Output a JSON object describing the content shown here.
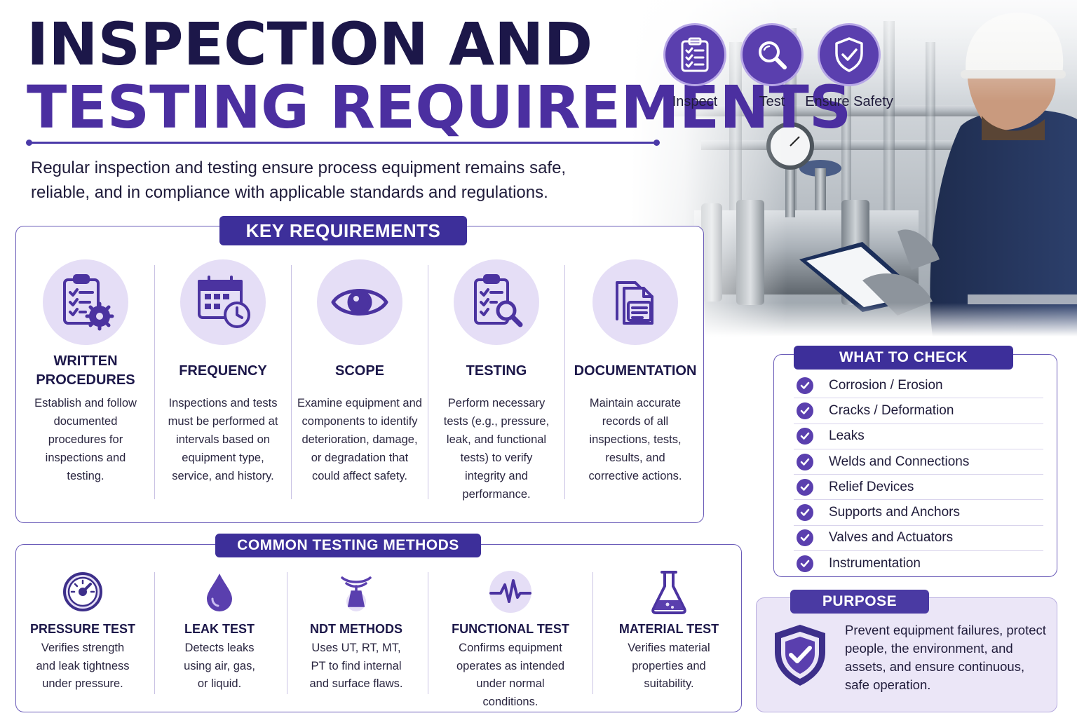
{
  "title": {
    "line1": "INSPECTION AND",
    "line2": "TESTING REQUIREMENTS"
  },
  "intro": "Regular inspection and testing ensure process equipment remains safe, reliable, and in compliance with applicable standards and regulations.",
  "top_icons": [
    {
      "label": "Inspect",
      "icon": "clipboard-checklist-icon"
    },
    {
      "label": "Test",
      "icon": "magnifier-icon"
    },
    {
      "label": "Ensure Safety",
      "icon": "shield-check-icon"
    }
  ],
  "key_requirements": {
    "title": "KEY REQUIREMENTS",
    "items": [
      {
        "heading": "WRITTEN PROCEDURES",
        "text": "Establish and follow documented procedures for inspections and testing.",
        "icon": "clipboard-gear-icon"
      },
      {
        "heading": "FREQUENCY",
        "text": "Inspections and tests must be performed at intervals based on equipment type, service, and history.",
        "icon": "calendar-clock-icon"
      },
      {
        "heading": "SCOPE",
        "text": "Examine equipment and components to identify deterioration, damage, or degradation that could affect safety.",
        "icon": "eye-icon"
      },
      {
        "heading": "TESTING",
        "text": "Perform necessary tests (e.g., pressure, leak, and functional tests) to verify integrity and performance.",
        "icon": "clipboard-magnifier-icon"
      },
      {
        "heading": "DOCUMENTATION",
        "text": "Maintain accurate records of all inspections, tests, results, and corrective actions.",
        "icon": "documents-icon"
      }
    ]
  },
  "testing_methods": {
    "title": "COMMON TESTING METHODS",
    "items": [
      {
        "heading": "PRESSURE TEST",
        "text": "Verifies strength and leak tightness under pressure.",
        "icon": "pressure-gauge-icon"
      },
      {
        "heading": "LEAK TEST",
        "text": "Detects leaks using air, gas, or liquid.",
        "icon": "droplet-icon"
      },
      {
        "heading": "NDT METHODS",
        "text": "Uses UT, RT, MT, PT to find internal and surface flaws.",
        "icon": "ultrasonic-probe-icon"
      },
      {
        "heading": "FUNCTIONAL TEST",
        "text": "Confirms equipment operates as intended under normal conditions.",
        "icon": "heartbeat-pulse-icon"
      },
      {
        "heading": "MATERIAL TEST",
        "text": "Verifies material properties and suitability.",
        "icon": "flask-icon"
      }
    ]
  },
  "what_to_check": {
    "title": "WHAT TO CHECK",
    "items": [
      "Corrosion / Erosion",
      "Cracks / Deformation",
      "Leaks",
      "Welds and Connections",
      "Relief Devices",
      "Supports and Anchors",
      "Valves and Actuators",
      "Instrumentation"
    ]
  },
  "purpose": {
    "title": "PURPOSE",
    "text": "Prevent equipment failures, protect people, the environment, and assets, and ensure continuous, safe operation."
  },
  "colors": {
    "navy": "#1c1749",
    "purple": "#4b2fa0",
    "banner": "#3d2f9a",
    "icon_fill": "#5a3fae",
    "icon_bg": "#e5def6"
  }
}
